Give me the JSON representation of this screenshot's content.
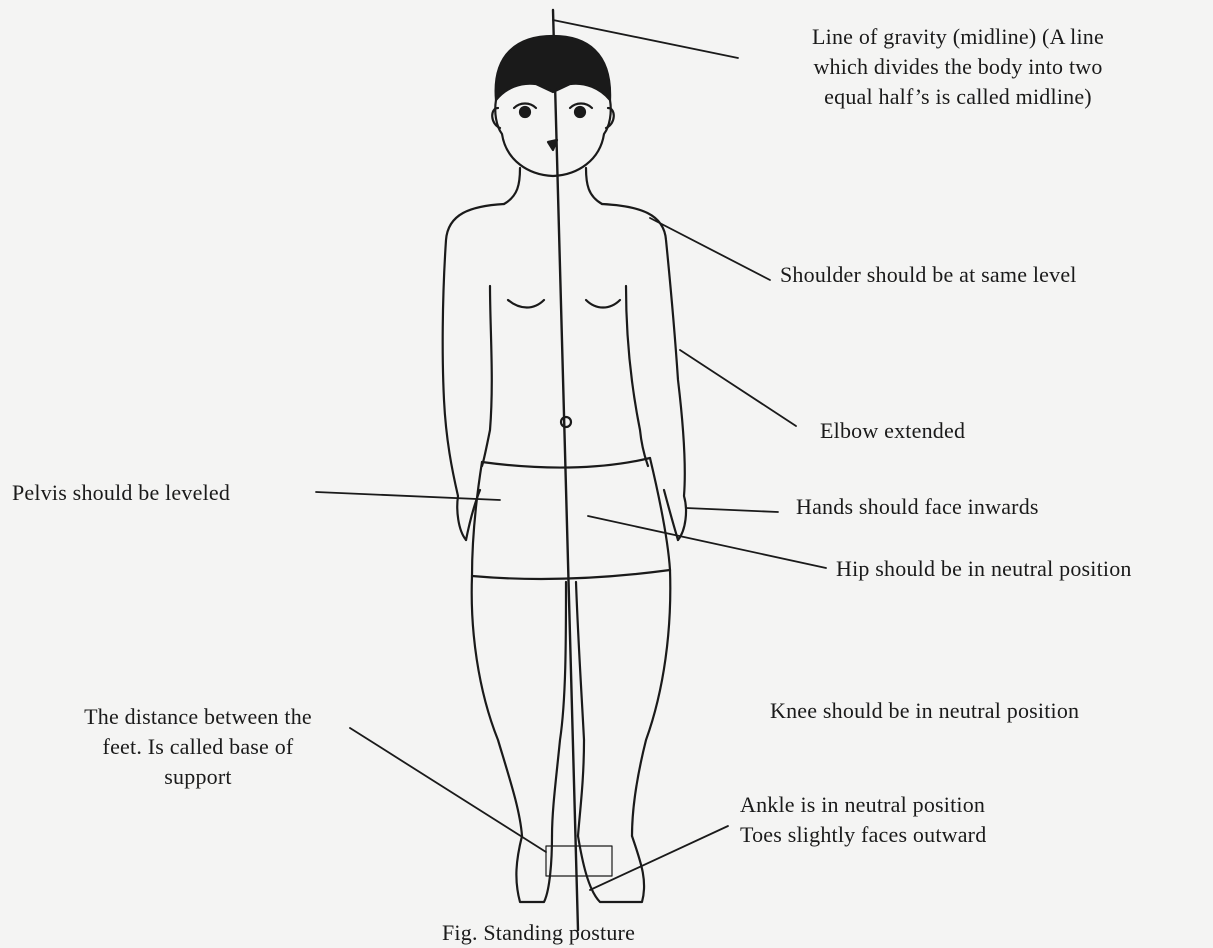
{
  "labels": {
    "gravity": [
      "Line of gravity (midline) (A line",
      "which divides the body into two",
      "equal half’s is called midline)"
    ],
    "shoulder": "Shoulder should be at same level",
    "elbow": "Elbow extended",
    "pelvis": "Pelvis should be leveled",
    "hands": "Hands should face inwards",
    "hip": "Hip should be in neutral position",
    "knee": "Knee should be in neutral position",
    "base": [
      "The distance between the",
      "feet. Is called base of",
      "support"
    ],
    "ankle": [
      "Ankle is in neutral position",
      "Toes slightly faces outward"
    ]
  },
  "caption": "Fig. Standing posture"
}
